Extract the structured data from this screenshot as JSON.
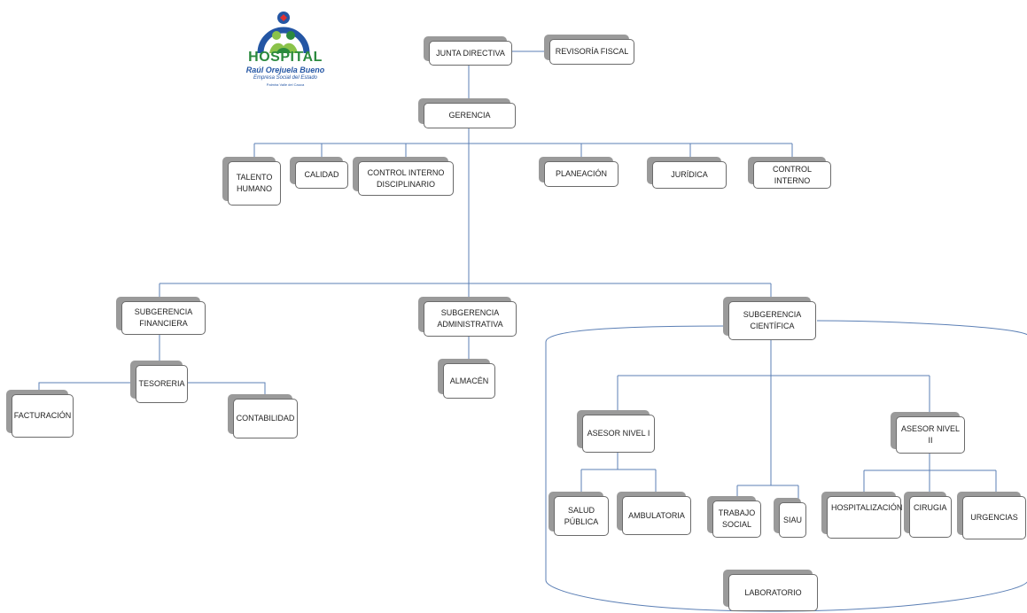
{
  "logo": {
    "word": "HOSPITAL",
    "name": "Raúl Orejuela Bueno",
    "subtitle": "Empresa Social del Estado",
    "location": "Palmira Valle del Cauca"
  },
  "nodes": {
    "junta_directiva": "JUNTA DIRECTIVA",
    "revisoria_fiscal": "REVISORÍA FISCAL",
    "gerencia": "GERENCIA",
    "talento_humano": "TALENTO\nHUMANO",
    "calidad": "CALIDAD",
    "control_interno_disciplinario": "CONTROL INTERNO\nDISCIPLINARIO",
    "planeacion": "PLANEACIÓN",
    "juridica": "JURÍDICA",
    "control_interno": "CONTROL INTERNO",
    "subgerencia_financiera": "SUBGERENCIA\nFINANCIERA",
    "subgerencia_administrativa": "SUBGERENCIA\nADMINISTRATIVA",
    "subgerencia_cientifica": "SUBGERENCIA\nCIENTÍFICA",
    "tesoreria": "TESORERIA",
    "facturacion": "FACTURACIÓN",
    "contabilidad": "CONTABILIDAD",
    "almacen": "ALMACÉN",
    "asesor_nivel_i": "ASESOR NIVEL I",
    "asesor_nivel_ii": "ASESOR NIVEL II",
    "salud_publica": "SALUD\nPÚBLICA",
    "ambulatoria": "AMBULATORIA",
    "trabajo_social": "TRABAJO\nSOCIAL",
    "siau": "SIAU",
    "hospitalizacion": "HOSPITALIZACIÓN",
    "cirugia": "CIRUGIA",
    "urgencias": "URGENCIAS",
    "laboratorio": "LABORATORIO"
  },
  "colors": {
    "connector": "#5b7fb5",
    "box_border": "#6b6b6b",
    "box_shadow": "#9a9a9a",
    "logo_green": "#2b8a3e",
    "logo_blue": "#2456a4"
  }
}
